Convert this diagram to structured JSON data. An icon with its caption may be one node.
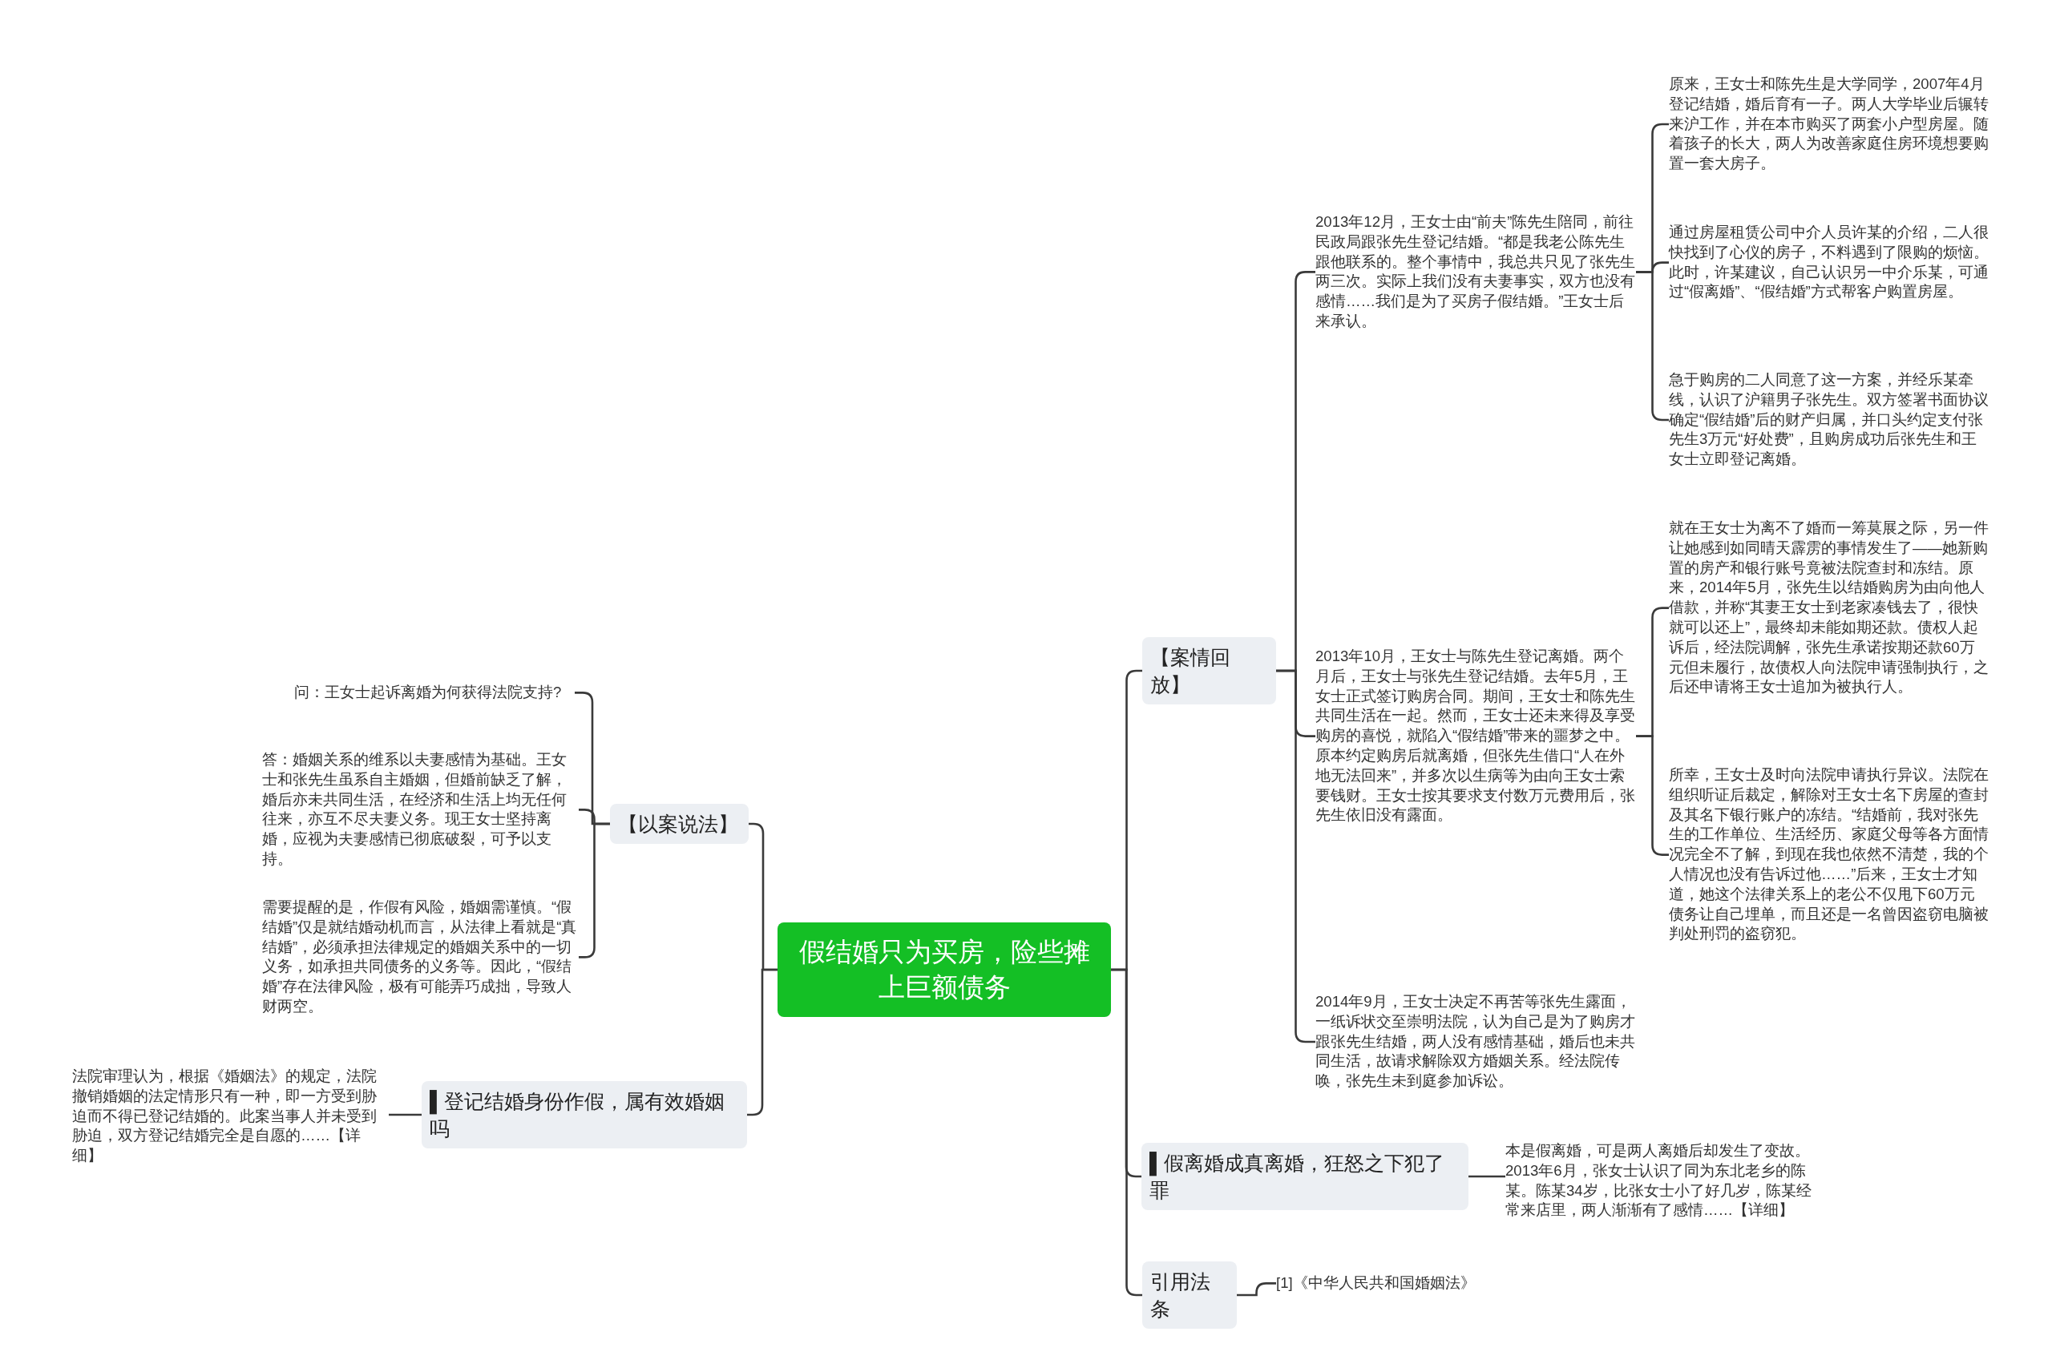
{
  "diagram": {
    "nodes": [
      {
        "text": [
          "假结婚只为买房，险些摊上巨额债务"
        ]
      },
      {
        "text": [
          "【案情回放】"
        ]
      },
      {
        "text": [
          "2013年12月，王女士由“前夫”陈先生陪同，前往民政局跟张先生登记结婚。“都是我老公陈先生跟他联系的。整个事情中，我总共只见了张先生两三次。实际上我们没有夫妻事实，双方也没有感情……我们是为了买房子假结婚。”王女士后来承认。"
        ]
      },
      {
        "text": [
          "原来，王女士和陈先生是大学同学，2007年4月登记结婚，婚后育有一子。两人大学毕业后辗转来沪工作，并在本市购买了两套小户型房屋。随着孩子的长大，两人为改善家庭住房环境想要购置一套大房子。"
        ]
      },
      {
        "text": [
          "通过房屋租赁公司中介人员许某的介绍，二人很快找到了心仪的房子，不料遇到了限购的烦恼。此时，许某建议，自己认识另一中介乐某，可通过“假离婚”、“假结婚”方式帮客户购置房屋。"
        ]
      },
      {
        "text": [
          "急于购房的二人同意了这一方案，并经乐某牵线，认识了沪籍男子张先生。双方签署书面协议确定“假结婚”后的财产归属，并口头约定支付张先生3万元“好处费”，且购房成功后张先生和王女士立即登记离婚。"
        ]
      },
      {
        "text": [
          "2013年10月，王女士与陈先生登记离婚。两个月后，王女士与张先生登记结婚。去年5月，王女士正式签订购房合同。期间，王女士和陈先生共同生活在一起。然而，王女士还未来得及享受购房的喜悦，就陷入“假结婚”带来的噩梦之中。原本约定购房后就离婚，但张先生借口“人在外地无法回来”，并多次以生病等为由向王女士索要钱财。王女士按其要求支付数万元费用后，张先生依旧没有露面。"
        ]
      },
      {
        "text": [
          "就在王女士为离不了婚而一筹莫展之际，另一件让她感到如同晴天霹雳的事情发生了——她新购置的房产和银行账号竟被法院查封和冻结。原来，2014年5月，张先生以结婚购房为由向他人借款，并称“其妻王女士到老家凑钱去了，很快就可以还上”，最终却未能如期还款。债权人起诉后，经法院调解，张先生承诺按期还款60万元但未履行，故债权人向法院申请强制执行，之后还申请将王女士追加为被执行人。"
        ]
      },
      {
        "text": [
          "所幸，王女士及时向法院申请执行异议。法院在组织听证后裁定，解除对王女士名下房屋的查封及其名下银行账户的冻结。“结婚前，我对张先生的工作单位、生活经历、家庭父母等各方面情况完全不了解，到现在我也依然不清楚，我的个人情况也没有告诉过他……”后来，王女士才知道，她这个法律关系上的老公不仅甩下60万元债务让自己埋单，而且还是一名曾因盗窃电脑被判处刑罚的盗窃犯。"
        ]
      },
      {
        "text": [
          "2014年9月，王女士决定不再苦等张先生露面，一纸诉状交至崇明法院，认为自己是为了购房才跟张先生结婚，两人没有感情基础，婚后也未共同生活，故请求解除双方婚姻关系。经法院传唤，张先生未到庭参加诉讼。"
        ]
      },
      {
        "text": [
          "▌假离婚成真离婚，狂怒之下犯了罪"
        ]
      },
      {
        "text": [
          "本是假离婚，可是两人离婚后却发生了变故。2013年6月，张女士认识了同为东北老乡的陈某。陈某34岁，比张女士小了好几岁，陈某经常来店里，两人渐渐有了感情……【详细】"
        ]
      },
      {
        "text": [
          "引用法条"
        ]
      },
      {
        "text": [
          "[1]《中华人民共和国婚姻法》"
        ]
      },
      {
        "text": [
          "【以案说法】"
        ]
      },
      {
        "text": [
          "问：王女士起诉离婚为何获得法院支持?"
        ]
      },
      {
        "text": [
          "答：婚姻关系的维系以夫妻感情为基础。王女士和张先生虽系自主婚姻，但婚前缺乏了解，婚后亦未共同生活，在经济和生活上均无任何往来，亦互不尽夫妻义务。现王女士坚持离婚，应视为夫妻感情已彻底破裂，可予以支持。"
        ]
      },
      {
        "text": [
          "需要提醒的是，作假有风险，婚姻需谨慎。“假结婚”仅是就结婚动机而言，从法律上看就是“真结婚”，必须承担法律规定的婚姻关系中的一切义务，如承担共同债务的义务等。因此，“假结婚”存在法律风险，极有可能弄巧成拙，导致人财两空。"
        ]
      },
      {
        "text": [
          "▌登记结婚身份作假，属有效婚姻吗"
        ]
      },
      {
        "text": [
          "法院审理认为，根据《婚姻法》的规定，法院撤销婚姻的法定情形只有一种，即一方受到胁迫而不得已登记结婚的。此案当事人并未受到胁迫，双方登记结婚完全是自愿的……【详细】"
        ]
      }
    ],
    "edges": [
      {
        "from": 0,
        "to": 1,
        "arrow": "none"
      },
      {
        "from": 0,
        "to": 10,
        "arrow": "none"
      },
      {
        "from": 0,
        "to": 12,
        "arrow": "none"
      },
      {
        "from": 0,
        "to": 14,
        "arrow": "none"
      },
      {
        "from": 0,
        "to": 18,
        "arrow": "none"
      },
      {
        "from": 1,
        "to": 2,
        "arrow": "none"
      },
      {
        "from": 1,
        "to": 6,
        "arrow": "none"
      },
      {
        "from": 1,
        "to": 9,
        "arrow": "none"
      },
      {
        "from": 2,
        "to": 3,
        "arrow": "none"
      },
      {
        "from": 2,
        "to": 4,
        "arrow": "none"
      },
      {
        "from": 2,
        "to": 5,
        "arrow": "none"
      },
      {
        "from": 6,
        "to": 7,
        "arrow": "none"
      },
      {
        "from": 6,
        "to": 8,
        "arrow": "none"
      },
      {
        "from": 10,
        "to": 11,
        "arrow": "none"
      },
      {
        "from": 12,
        "to": 13,
        "arrow": "none"
      },
      {
        "from": 14,
        "to": 15,
        "arrow": "none"
      },
      {
        "from": 14,
        "to": 16,
        "arrow": "none"
      },
      {
        "from": 14,
        "to": 17,
        "arrow": "none"
      },
      {
        "from": 18,
        "to": 19,
        "arrow": "none"
      }
    ]
  }
}
